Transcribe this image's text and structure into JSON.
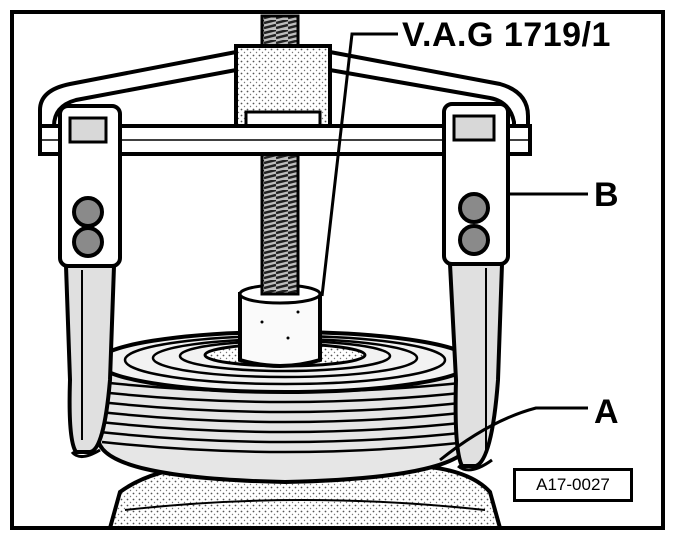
{
  "labels": {
    "tool": "V.A.G 1719/1",
    "b": "B",
    "a": "A"
  },
  "reference": "A17-0027",
  "colors": {
    "ink": "#000000",
    "paper": "#ffffff",
    "shade": "#8a8a8a",
    "light": "#d8d8d8"
  }
}
